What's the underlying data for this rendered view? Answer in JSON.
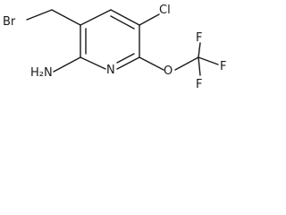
{
  "molecule": {
    "labels": {
      "br": "Br",
      "cl": "Cl",
      "n": "N",
      "o": "O",
      "nh2": "H₂N",
      "f1": "F",
      "f2": "F",
      "f3": "F"
    }
  }
}
